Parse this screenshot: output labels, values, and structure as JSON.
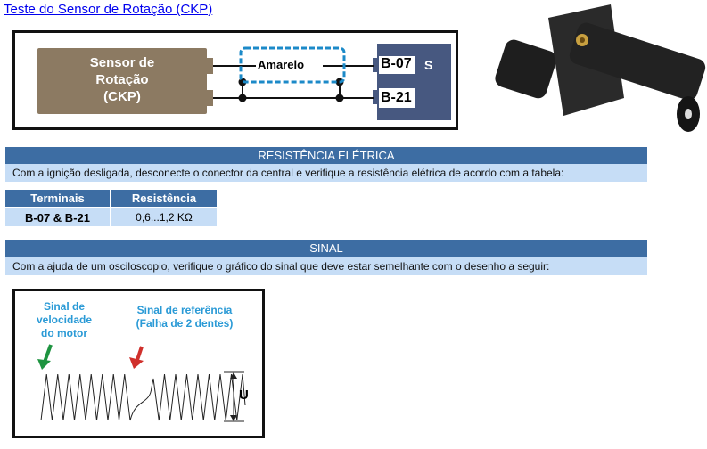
{
  "title": "Teste do Sensor de Rotação (CKP)",
  "diagram": {
    "sensor_lines": [
      "Sensor de",
      "Rotação",
      "(CKP)"
    ],
    "wire_label": "Amarelo",
    "pins": [
      "B-07",
      "B-21"
    ],
    "ecu_label": "S"
  },
  "resistance": {
    "header": "RESISTÊNCIA ELÉTRICA",
    "description": "Com a ignição desligada, desconecte o conector da central e verifique a resistência elétrica de acordo com a tabela:",
    "columns": [
      "Terminais",
      "Resistência"
    ],
    "rows": [
      [
        "B-07 & B-21",
        "0,6...1,2 KΩ"
      ]
    ]
  },
  "signal": {
    "header": "SINAL",
    "description": "Com a ajuda de um osciloscopio, verifique o gráfico do sinal que deve estar semelhante com o desenho a seguir:",
    "label_speed": [
      "Sinal de",
      "velocidade",
      "do motor"
    ],
    "label_ref": [
      "Sinal de referência",
      "(Falha de 2 dentes)"
    ],
    "amplitude_label": "U"
  },
  "colors": {
    "header": "#3d6da3",
    "row": "#c6ddf6",
    "sensor": "#8c7a62",
    "ecu": "#475880",
    "label": "#2a9ad6"
  }
}
